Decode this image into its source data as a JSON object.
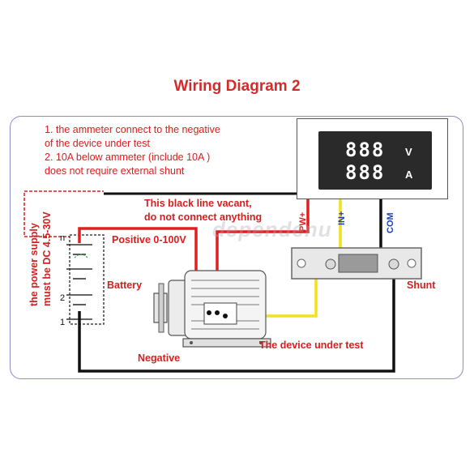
{
  "title": "Wiring Diagram 2",
  "notes": [
    "1. the ammeter connect to the negative",
    "of the device under test",
    "2. 10A below ammeter (include 10A )",
    "does not require external shunt"
  ],
  "meter": {
    "digits_top": "888",
    "digits_bottom": "888",
    "unit_top": "V",
    "unit_bottom": "A"
  },
  "pins": {
    "pw": "PW+",
    "in": "IN+",
    "com": "COM"
  },
  "black_line_note": [
    "This black line vacant,",
    "do not connect anything"
  ],
  "watermark": "dependenu",
  "labels": {
    "positive": "Positive 0-100V",
    "battery": "Battery",
    "shunt": "Shunt",
    "negative": "Negative",
    "device": "The device under test",
    "power_supply_line1": "the power supply",
    "power_supply_line2": "must be DC 4.5-30V"
  },
  "battery_marks": [
    "n",
    "2",
    "1"
  ],
  "colors": {
    "title": "#d42a2a",
    "text_red": "#d81e1e",
    "wire_red": "#e01f1f",
    "wire_black": "#111111",
    "wire_yellow": "#f2e21a",
    "frame": "#8a8fc4"
  }
}
